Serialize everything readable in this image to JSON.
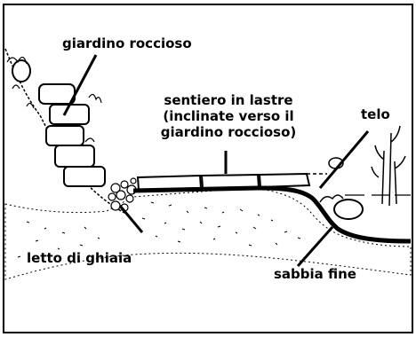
{
  "labels": {
    "rock_garden": "giardino roccioso",
    "path_line1": "sentiero in lastre",
    "path_line2": "(inclinate verso il",
    "path_line3": "giardino roccioso)",
    "liner": "telo",
    "gravel_bed": "letto di ghiaia",
    "fine_sand": "sabbia fine"
  },
  "colors": {
    "ink": "#000000",
    "paper": "#ffffff"
  }
}
